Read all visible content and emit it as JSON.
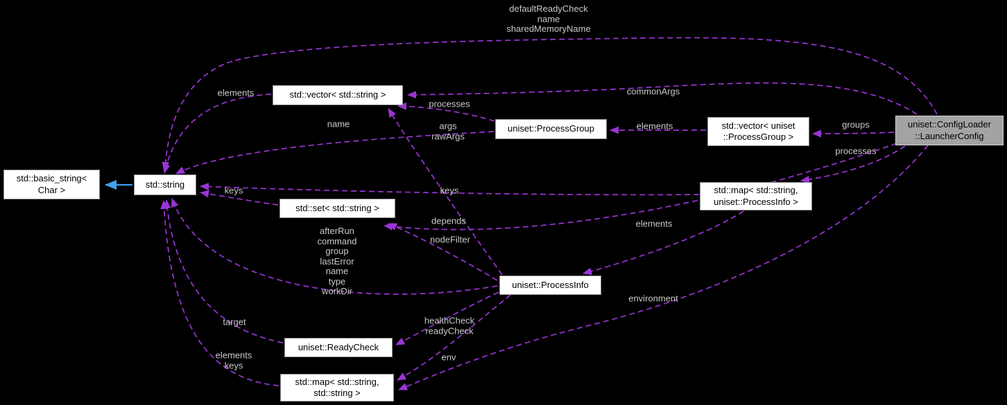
{
  "diagram_type": "collaboration-graph",
  "colors": {
    "background": "#000000",
    "usage_edge": "#9b35d6",
    "inheritance_edge": "#42a1f5",
    "node_fill": "#ffffff",
    "node_border": "#8c8c8c",
    "current_node_fill": "#a3a3a3",
    "current_node_border": "#cfcfcf",
    "node_text": "#000000",
    "edge_label_text": "#c9c9c9"
  },
  "nodes": {
    "vector_string": {
      "label": "std::vector< std::string >"
    },
    "process_group": {
      "label": "uniset::ProcessGroup"
    },
    "vector_process_group": {
      "line1": "std::vector< uniset",
      "line2": "::ProcessGroup >"
    },
    "launcher_config": {
      "line1": "uniset::ConfigLoader",
      "line2": "::LauncherConfig"
    },
    "basic_string": {
      "line1": "std::basic_string<",
      "line2": "Char >"
    },
    "std_string": {
      "label": "std::string"
    },
    "set_string": {
      "label": "std::set< std::string >"
    },
    "map_string_process_info": {
      "line1": "std::map< std::string,",
      "line2": "uniset::ProcessInfo >"
    },
    "process_info": {
      "label": "uniset::ProcessInfo"
    },
    "ready_check": {
      "label": "uniset::ReadyCheck"
    },
    "map_string_string": {
      "line1": "std::map< std::string,",
      "line2": "std::string >"
    }
  },
  "edge_labels": {
    "launcher_strings": {
      "line1": "defaultReadyCheck",
      "line2": "name",
      "line3": "sharedMemoryName"
    },
    "vector_elements": {
      "text": "elements"
    },
    "group_name": {
      "text": "name"
    },
    "group_processes": {
      "text": "processes"
    },
    "info_args": {
      "line1": "args",
      "line2": "rawArgs"
    },
    "common_args": {
      "text": "commonArgs"
    },
    "groups_elements": {
      "text": "elements"
    },
    "launcher_groups": {
      "text": "groups"
    },
    "launcher_processes": {
      "text": "processes"
    },
    "set_keys": {
      "text": "keys"
    },
    "map_keys": {
      "text": "keys"
    },
    "info_depends": {
      "text": "depends"
    },
    "launcher_node_filter": {
      "text": "nodeFilter"
    },
    "map_elements": {
      "text": "elements"
    },
    "info_strings": {
      "line1": "afterRun",
      "line2": "command",
      "line3": "group",
      "line4": "lastError",
      "line5": "name",
      "line6": "type",
      "line7": "workDir"
    },
    "launcher_environment": {
      "text": "environment"
    },
    "check_target": {
      "text": "target"
    },
    "info_checks": {
      "line1": "healthCheck",
      "line2": "readyCheck"
    },
    "map_ss_elements_keys": {
      "line1": "elements",
      "line2": "keys"
    },
    "info_env": {
      "text": "env"
    }
  }
}
